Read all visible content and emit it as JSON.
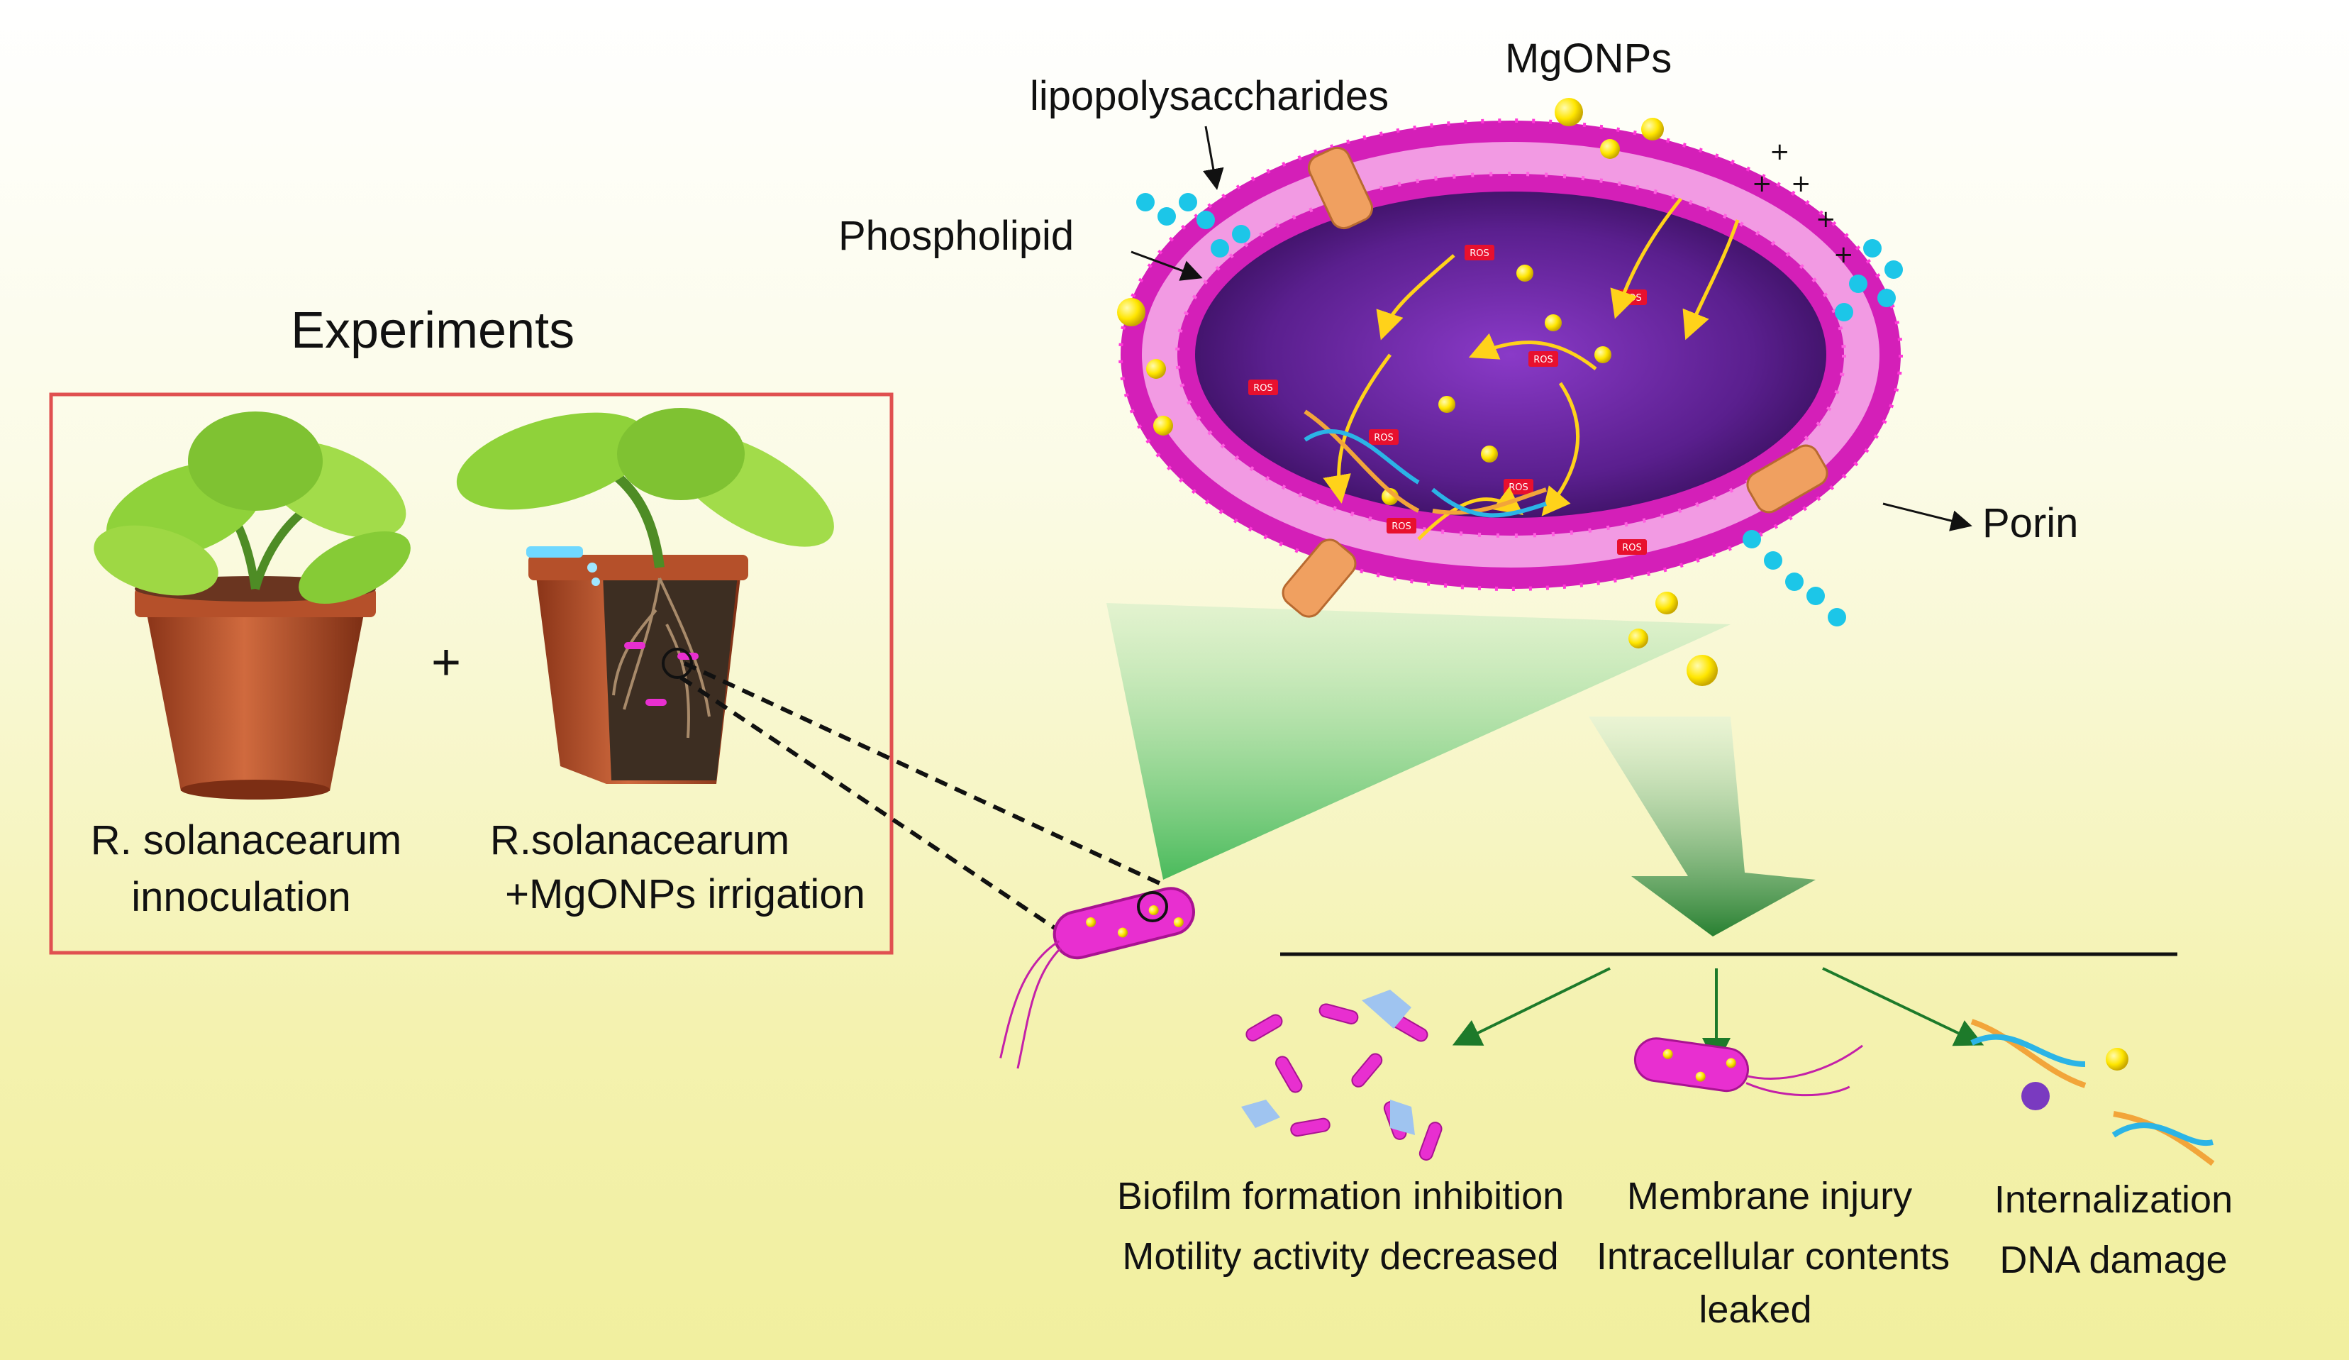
{
  "labels": {
    "experiments_title": "Experiments",
    "plus_sign": "+",
    "pot1_line1": "R. solanacearum",
    "pot1_line2": "innoculation",
    "pot2_line1": "R.solanacearum",
    "pot2_line2": "+MgONPs irrigation",
    "mgonps": "MgONPs",
    "lipopolysaccharides": "lipopolysaccharides",
    "phospholipid": "Phospholipid",
    "porin": "Porin",
    "ros": "ROS"
  },
  "outcomes": [
    {
      "line1": "Biofilm formation inhibition",
      "line2": "Motility activity decreased"
    },
    {
      "line1": "Membrane injury",
      "line2": "Intracellular contents",
      "line3": "leaked"
    },
    {
      "line1": "Internalization",
      "line2": "DNA damage"
    }
  ],
  "colors": {
    "membrane": "#d41fb8",
    "cytoplasm": "#6b2aa0",
    "nanoparticle": "#ffe600",
    "porin": "#f0a060",
    "lps": "#1cc6e8",
    "pot": "#c0572f",
    "leaf": "#8fd23a",
    "box_border": "#e05050",
    "arrow_green": "#1d7a2a"
  }
}
